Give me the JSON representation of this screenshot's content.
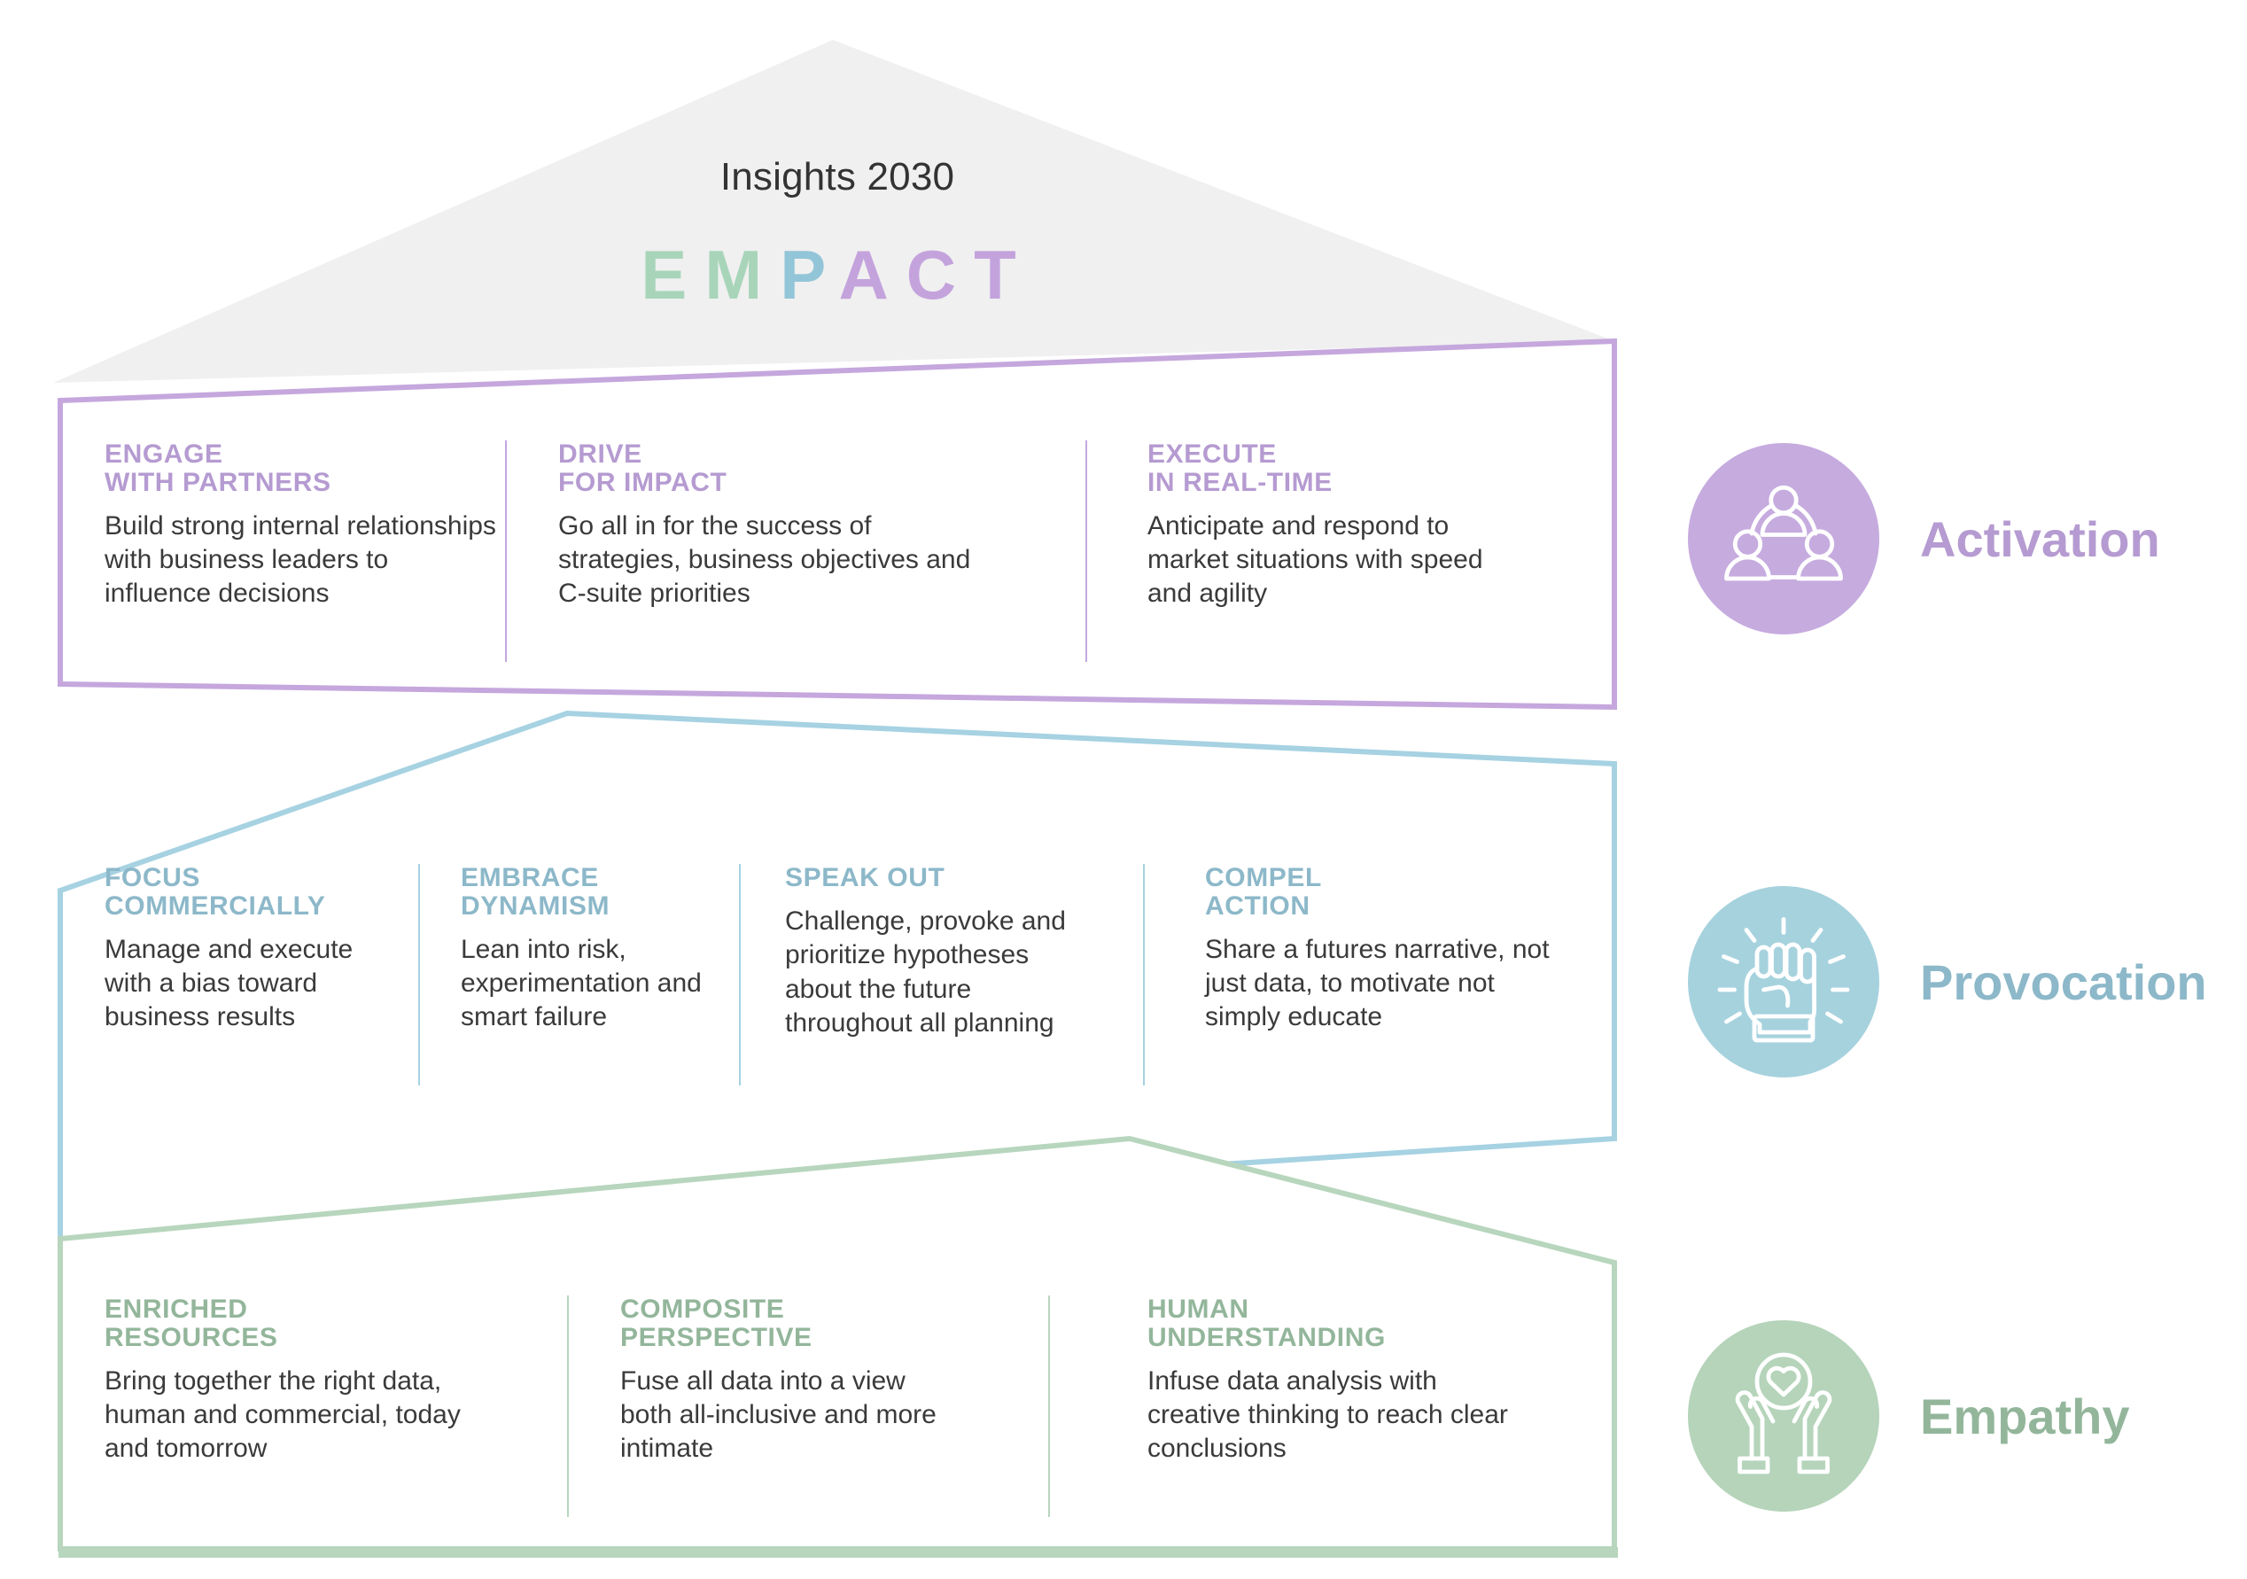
{
  "page": {
    "title": "Insights 2030",
    "acronym": "EMPACT",
    "acronym_letters": [
      {
        "char": "E",
        "color": "#a8d5ba"
      },
      {
        "char": "M",
        "color": "#a8d5ba"
      },
      {
        "char": "P",
        "color": "#92c5d8"
      },
      {
        "char": "A",
        "color": "#c4a3dd"
      },
      {
        "char": "C",
        "color": "#c4a3dd"
      },
      {
        "char": "T",
        "color": "#c4a3dd"
      }
    ],
    "roof_fill": "#f0f0f0"
  },
  "colors": {
    "activation": "#b59bd1",
    "activation_badge": "#c6abdf",
    "provocation": "#8cb8c9",
    "provocation_badge": "#a6d2de",
    "empathy": "#93b69b",
    "empathy_badge": "#b5d4ba",
    "body_text": "#3a3a3a",
    "title_text": "#333333"
  },
  "bands": [
    {
      "id": "activation",
      "legend_label": "Activation",
      "legend_icon": "people-network-icon",
      "columns": [
        {
          "kicker": "ENGAGE\nWITH PARTNERS",
          "body": "Build strong internal relationships\nwith business leaders to\ninfluence decisions"
        },
        {
          "kicker": "DRIVE\nFOR IMPACT",
          "body": "Go all in for the success of\nstrategies, business objectives and\nC-suite priorities"
        },
        {
          "kicker": "EXECUTE\nIN REAL-TIME",
          "body": "Anticipate and respond to\nmarket situations with speed\nand agility"
        }
      ]
    },
    {
      "id": "provocation",
      "legend_label": "Provocation",
      "legend_icon": "raised-fist-icon",
      "columns": [
        {
          "kicker": "FOCUS\nCOMMERCIALLY",
          "body": "Manage and execute\nwith a bias toward\nbusiness results"
        },
        {
          "kicker": "EMBRACE\nDYNAMISM",
          "body": "Lean into risk,\nexperimentation and\nsmart failure"
        },
        {
          "kicker": "SPEAK OUT",
          "body": "Challenge, provoke and\nprioritize hypotheses\nabout the future\nthroughout all planning"
        },
        {
          "kicker": "COMPEL\nACTION",
          "body": "Share a futures narrative, not\njust data, to motivate not\nsimply educate"
        }
      ]
    },
    {
      "id": "empathy",
      "legend_label": "Empathy",
      "legend_icon": "hands-heart-icon",
      "columns": [
        {
          "kicker": "ENRICHED\nRESOURCES",
          "body": "Bring together the right data,\nhuman and commercial, today\nand tomorrow"
        },
        {
          "kicker": "COMPOSITE\nPERSPECTIVE",
          "body": "Fuse all data into a view\nboth all-inclusive and more\nintimate"
        },
        {
          "kicker": "HUMAN\nUNDERSTANDING",
          "body": "Infuse data analysis with\ncreative thinking to reach clear\nconclusions"
        }
      ]
    }
  ]
}
